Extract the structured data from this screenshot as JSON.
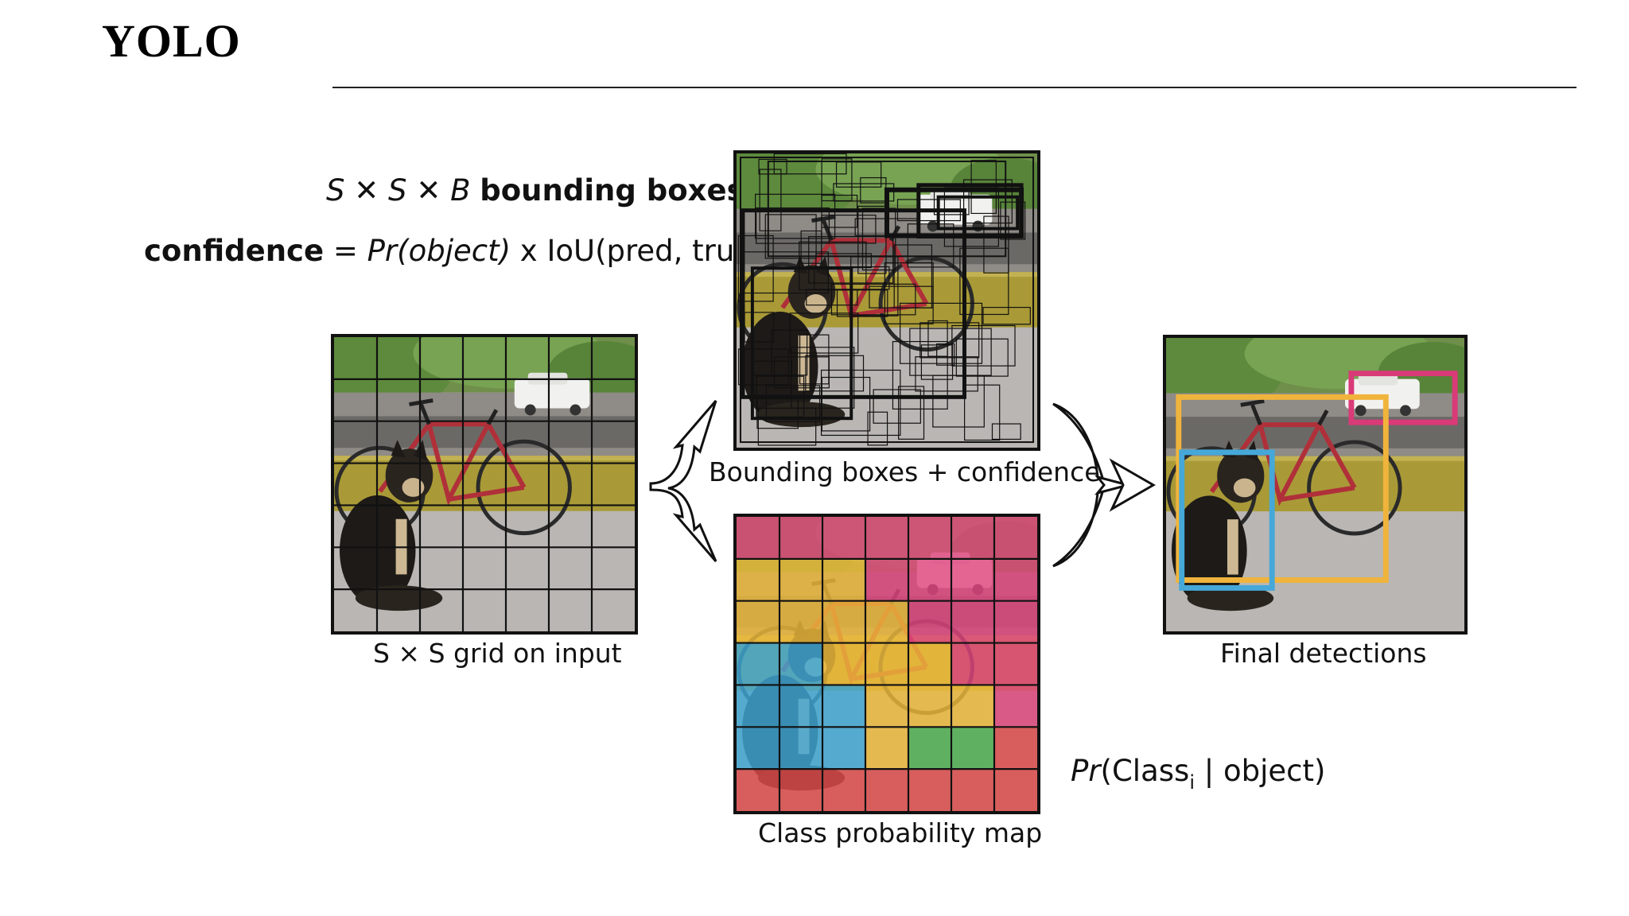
{
  "title": "YOLO",
  "formulas": {
    "boxes": {
      "var1": "S",
      "times1": "✕",
      "var2": "S",
      "times2": "✕",
      "var3": "B",
      "text": "bounding boxes"
    },
    "confidence": {
      "word": "confidence",
      "eq": " = ",
      "pr": "Pr(object)",
      "rest": " x IoU(pred, truth)"
    },
    "class_prob": {
      "pr": "Pr",
      "open": "(Class",
      "sub": "i",
      "rest": " | object)"
    }
  },
  "captions": {
    "grid": "S × S grid on input",
    "boxes": "Bounding boxes + confidence",
    "class_map": "Class probability map",
    "final": "Final detections"
  },
  "class_map": {
    "grid_size": 7,
    "colors": {
      "P": "#e0457e",
      "Y": "#eeb93a",
      "B": "#3fa7d6",
      "G": "#4cb04f",
      "R": "#de4a4a"
    },
    "cells": [
      [
        "P",
        "P",
        "P",
        "P",
        "P",
        "P",
        "P"
      ],
      [
        "Y",
        "Y",
        "Y",
        "P",
        "P",
        "P",
        "P"
      ],
      [
        "Y",
        "Y",
        "Y",
        "Y",
        "P",
        "P",
        "P"
      ],
      [
        "B",
        "B",
        "Y",
        "Y",
        "Y",
        "P",
        "P"
      ],
      [
        "B",
        "B",
        "B",
        "Y",
        "Y",
        "Y",
        "P"
      ],
      [
        "B",
        "B",
        "B",
        "Y",
        "G",
        "G",
        "R"
      ],
      [
        "R",
        "R",
        "R",
        "R",
        "R",
        "R",
        "R"
      ]
    ]
  },
  "detections": [
    {
      "label": "car",
      "color": "#d93a78"
    },
    {
      "label": "bicycle",
      "color": "#f0b43c"
    },
    {
      "label": "dog",
      "color": "#45a8d8"
    }
  ]
}
